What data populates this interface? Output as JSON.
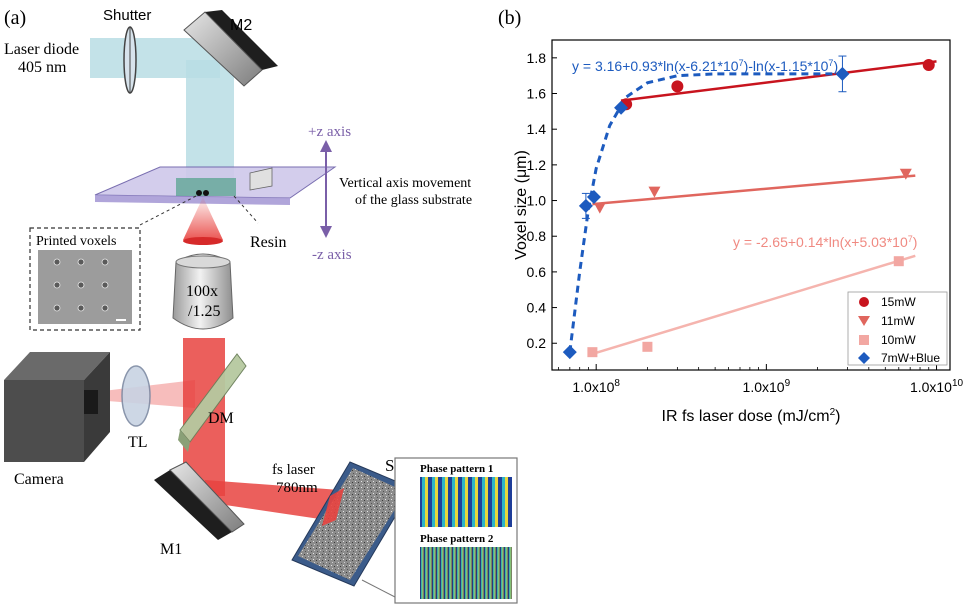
{
  "panel_a": {
    "label": "(a)",
    "shutter": "Shutter",
    "mirror2": "M2",
    "laser_line1": "Laser diode",
    "laser_line2": "405 nm",
    "plus_z": "+z axis",
    "minus_z": "-z axis",
    "movement_line1": "Vertical axis movement",
    "movement_line2": "of the glass substrate",
    "resin": "Resin",
    "printed_voxels": "Printed voxels",
    "objective_line1": "100x",
    "objective_line2": "/1.25",
    "camera": "Camera",
    "tube_lens": "TL",
    "dichroic": "DM",
    "fs_line1": "fs laser",
    "fs_line2": "780nm",
    "slm": "SLM",
    "mirror1": "M1",
    "phase1": "Phase pattern 1",
    "phase2": "Phase pattern 2",
    "colors": {
      "blue_beam": "#b9dde4",
      "red_beam": "#e8433f",
      "axis": "#7a5fa8",
      "dark": "#2b2b2b"
    }
  },
  "panel_b": {
    "label": "(b)",
    "fit_blue": "y = 3.16+0.93*ln(x-6.21*10",
    "fit_blue_sup": "7",
    "fit_blue_mid": ")-ln(x-1.15*10",
    "fit_blue_end": ")",
    "fit_red": "y = -2.65+0.14*ln(x+5.03*10",
    "fit_red_sup": "7",
    "fit_red_end": ")"
  },
  "chart_data": {
    "type": "scatter",
    "xscale": "log",
    "xlim": [
      55000000,
      12000000000
    ],
    "ylim": [
      0.05,
      1.9
    ],
    "xlabel": "IR fs laser dose (mJ/cm",
    "xlabel_sup": "2",
    "xlabel_end": ")",
    "ylabel": "Voxel size (μm)",
    "xticks": [
      {
        "v": 100000000,
        "base": "1.0x10",
        "exp": "8"
      },
      {
        "v": 1000000000,
        "base": "1.0x10",
        "exp": "9"
      },
      {
        "v": 10000000000,
        "base": "1.0x10",
        "exp": "10"
      }
    ],
    "yticks": [
      0.2,
      0.4,
      0.6,
      0.8,
      1.0,
      1.2,
      1.4,
      1.6,
      1.8
    ],
    "legend_position": "bottom-right",
    "series": [
      {
        "name": "15mW",
        "marker": "circle",
        "color": "#c8141e",
        "x": [
          150000000,
          300000000,
          9000000000
        ],
        "y": [
          1.54,
          1.64,
          1.76
        ]
      },
      {
        "name": "11mW",
        "marker": "triangle-down",
        "color": "#e0665e",
        "x": [
          105000000,
          220000000,
          6600000000
        ],
        "y": [
          0.96,
          1.05,
          1.15
        ]
      },
      {
        "name": "10mW",
        "marker": "square",
        "color": "#f2a7a2",
        "x": [
          95000000,
          200000000,
          6000000000
        ],
        "y": [
          0.15,
          0.18,
          0.66
        ]
      },
      {
        "name": "7mW+Blue",
        "marker": "diamond",
        "color": "#1d5bbf",
        "x": [
          70000000,
          87000000,
          97000000,
          140000000,
          2800000000
        ],
        "y": [
          0.15,
          0.97,
          1.02,
          1.52,
          1.71
        ],
        "yerr": [
          0,
          0.07,
          0,
          0,
          0.1
        ]
      }
    ],
    "fits": [
      {
        "series": "15mW",
        "color": "#c8141e",
        "x": [
          140000000,
          10000000000
        ],
        "y": [
          1.56,
          1.78
        ]
      },
      {
        "series": "11mW",
        "color": "#e0665e",
        "x": [
          95000000,
          7500000000
        ],
        "y": [
          0.98,
          1.14
        ]
      },
      {
        "series": "10mW",
        "color": "#f5b4ae",
        "x": [
          95000000,
          7500000000
        ],
        "y": [
          0.14,
          0.69
        ]
      },
      {
        "series": "7mW+Blue",
        "color": "#1d5bbf",
        "style": "dashed",
        "x": [
          70000000,
          80000000,
          90000000,
          100000000,
          120000000,
          150000000,
          200000000,
          300000000,
          500000000,
          1000000000,
          3000000000
        ],
        "y": [
          0.15,
          0.6,
          0.95,
          1.18,
          1.42,
          1.58,
          1.66,
          1.7,
          1.71,
          1.71,
          1.71
        ]
      }
    ]
  }
}
